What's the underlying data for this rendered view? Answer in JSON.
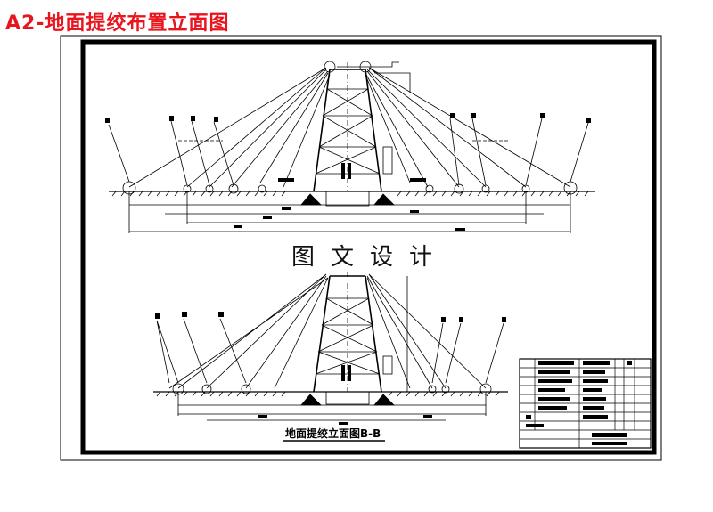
{
  "title": "A2-地面提绞布置立面图",
  "watermark": "图文设计",
  "caption": "地面提绞立面图B-B",
  "colors": {
    "title": "#e8141e",
    "line": "#000000",
    "paper": "#ffffff"
  }
}
